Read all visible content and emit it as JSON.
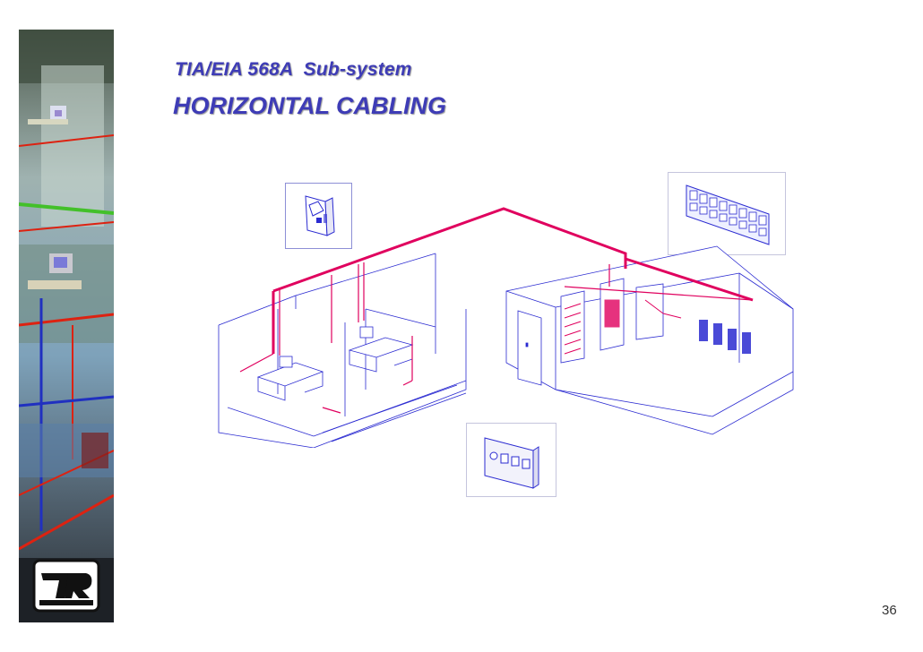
{
  "slide": {
    "subtitle": "TIA/EIA 568A  Sub-system",
    "title": "HORIZONTAL CABLING",
    "page_number": "36"
  },
  "colors": {
    "title": "#3e3cb6",
    "cable": "#e0005e",
    "line_art": "#2b2bd1"
  }
}
